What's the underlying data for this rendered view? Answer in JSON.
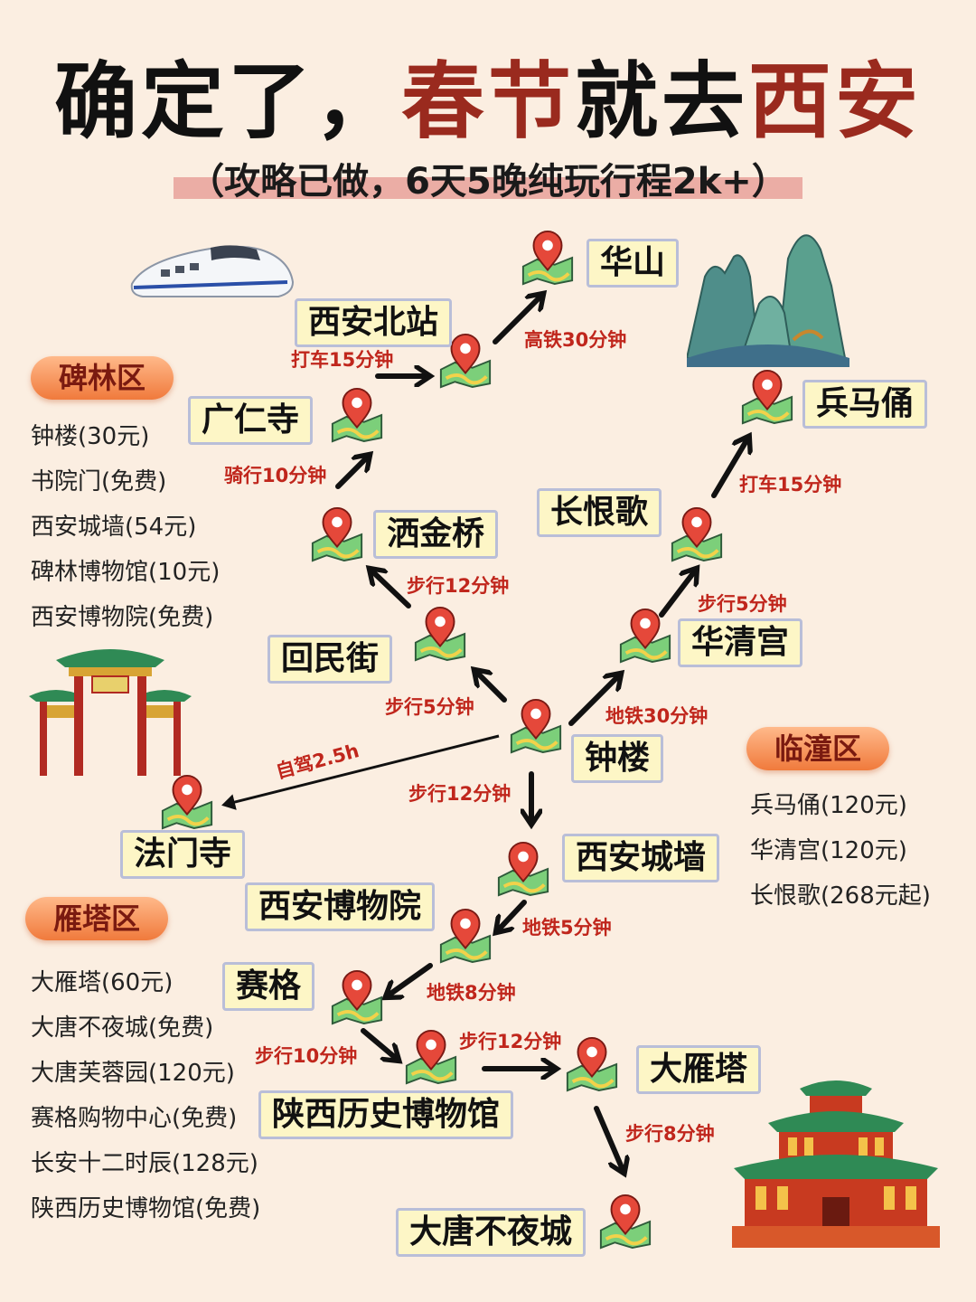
{
  "header": {
    "title_part1": "确定了，",
    "title_part2": "春节",
    "title_part3": "就去",
    "title_part4": "西安",
    "subtitle": "（攻略已做，6天5晚纯玩行程2k+）"
  },
  "colors": {
    "background": "#fbeee1",
    "title_accent": "#9a2a1e",
    "time_text": "#c0261c",
    "label_fill": "#fdf6c6",
    "label_border": "#b9bed8",
    "district_badge": "#f07a3c"
  },
  "districts": {
    "beilin": {
      "name": "碑林区",
      "items": [
        "钟楼(30元)",
        "书院门(免费)",
        "西安城墙(54元)",
        "碑林博物馆(10元)",
        "西安博物院(免费)"
      ]
    },
    "lintong": {
      "name": "临潼区",
      "items": [
        "兵马俑(120元)",
        "华清宫(120元)",
        "长恨歌(268元起)"
      ]
    },
    "yanta": {
      "name": "雁塔区",
      "items": [
        "大雁塔(60元)",
        "大唐不夜城(免费)",
        "大唐芙蓉园(120元)",
        "赛格购物中心(免费)",
        "长安十二时辰(128元)",
        "陕西历史博物馆(免费)"
      ]
    }
  },
  "places": {
    "huashan": "华山",
    "xian_north": "西安北站",
    "bingmayong": "兵马俑",
    "guangren": "广仁寺",
    "changhenge": "长恨歌",
    "sajinqiao": "洒金桥",
    "huimin": "回民街",
    "huaqing": "华清宫",
    "zhonglou": "钟楼",
    "famen": "法门寺",
    "chengqiang": "西安城墙",
    "bowuyuan": "西安博物院",
    "saige": "赛格",
    "shaanxi_museum": "陕西历史博物馆",
    "dayanta": "大雁塔",
    "datang": "大唐不夜城"
  },
  "routes": {
    "r1": "打车15分钟",
    "r2": "高铁30分钟",
    "r3": "骑行10分钟",
    "r4": "打车15分钟",
    "r5": "步行12分钟",
    "r6": "步行5分钟",
    "r7": "步行5分钟",
    "r8": "地铁30分钟",
    "r9": "自驾2.5h",
    "r10": "步行12分钟",
    "r11": "地铁5分钟",
    "r12": "地铁8分钟",
    "r13": "步行10分钟",
    "r14": "步行12分钟",
    "r15": "步行8分钟"
  },
  "icons": {
    "pin": "map-pin-icon",
    "train": "high-speed-train-icon",
    "mountain": "mountain-icon",
    "gate": "memorial-gate-icon",
    "pagoda": "pagoda-building-icon"
  }
}
